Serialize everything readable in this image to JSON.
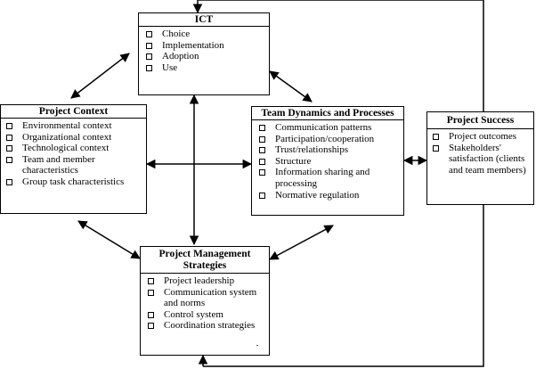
{
  "ict": {
    "title": "ICT",
    "items": [
      "Choice",
      "Implementation",
      "Adoption",
      "Use"
    ]
  },
  "project_context": {
    "title": "Project Context",
    "items": [
      "Environmental context",
      "Organizational context",
      "Technological context",
      "Team and member characteristics",
      "Group task characteristics"
    ]
  },
  "team_dynamics": {
    "title": "Team Dynamics and Processes",
    "items": [
      "Communication patterns",
      "Participation/cooperation",
      "Trust/relationships",
      "Structure",
      "Information sharing and processing",
      "Normative regulation"
    ]
  },
  "project_success": {
    "title": "Project Success",
    "items": [
      "Project outcomes",
      "Stakeholders' satisfaction (clients and team members)"
    ]
  },
  "project_management": {
    "title": "Project Management Strategies",
    "items": [
      "Project leadership",
      "Communication system and norms",
      "Control system",
      "Coordination strategies"
    ]
  }
}
